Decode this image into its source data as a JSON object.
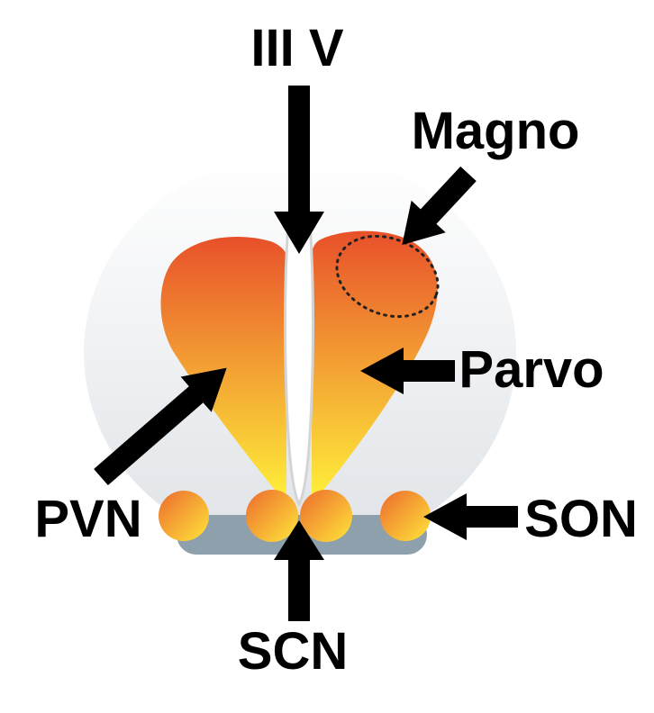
{
  "labels": {
    "ventricle": "III V",
    "magno": "Magno",
    "parvo": "Parvo",
    "pvn": "PVN",
    "son": "SON",
    "scn": "SCN"
  },
  "colors": {
    "nucleus_top": "#E8502A",
    "nucleus_mid": "#F29A33",
    "nucleus_bottom": "#FFF23A",
    "background_oval_top": "#FFFFFF",
    "background_oval_bottom": "#DFE3E7",
    "chiasm": "#8DA0AB",
    "arrow": "#000000",
    "ventricle": "#FFFFFF",
    "ventricle_outline": "#D4D4D4"
  }
}
